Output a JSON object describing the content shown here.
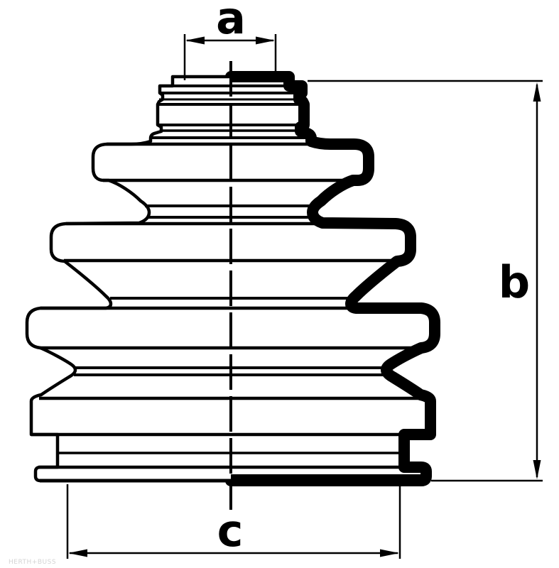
{
  "diagram": {
    "type": "technical-drawing",
    "subject": "cv-joint-boot-bellows-half-section",
    "dimension_labels": {
      "a": "a",
      "b": "b",
      "c": "c"
    },
    "watermark": "HERTH+BUSS",
    "colors": {
      "line": "#000000",
      "background": "#ffffff",
      "watermark": "#d4d4d4"
    }
  }
}
